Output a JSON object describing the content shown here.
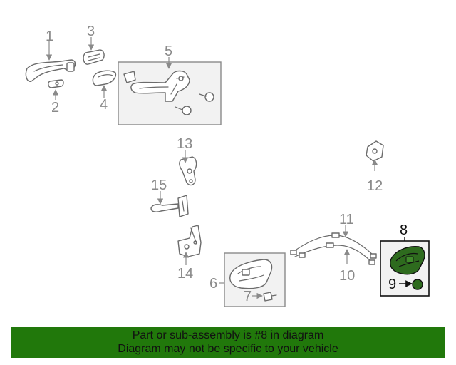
{
  "callouts": {
    "c1": "1",
    "c2": "2",
    "c3": "3",
    "c4": "4",
    "c5": "5",
    "c6": "6",
    "c7": "7",
    "c8": "8",
    "c9": "9",
    "c10": "10",
    "c11": "11",
    "c12": "12",
    "c13": "13",
    "c14": "14",
    "c15": "15"
  },
  "banner": {
    "line1": "Part or sub-assembly is #8 in diagram",
    "line2": "Diagram may not be specific to your vehicle"
  },
  "colors": {
    "highlight_part": "#2e6b1e",
    "banner_bg": "#21780b",
    "callout_gray": "#8a8a8a"
  }
}
